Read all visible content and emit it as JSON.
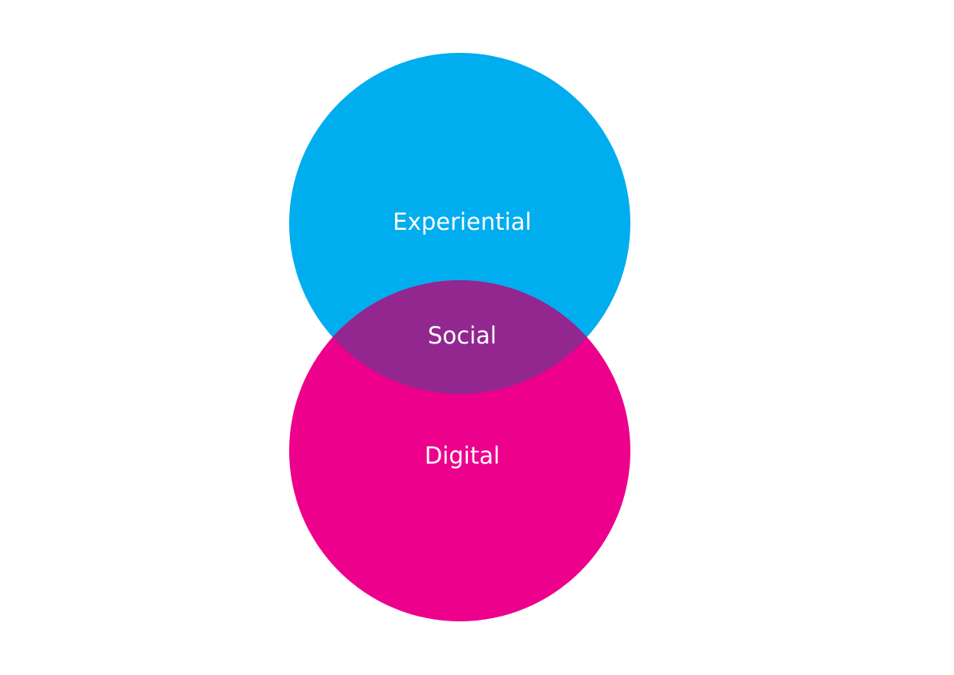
{
  "diagram": {
    "sets": [
      {
        "id": "experiential",
        "label": "Experiential",
        "color": "#00ADEF"
      },
      {
        "id": "digital",
        "label": "Digital",
        "color": "#EC008C"
      }
    ],
    "intersection": {
      "label": "Social",
      "color": "#92278F"
    }
  }
}
